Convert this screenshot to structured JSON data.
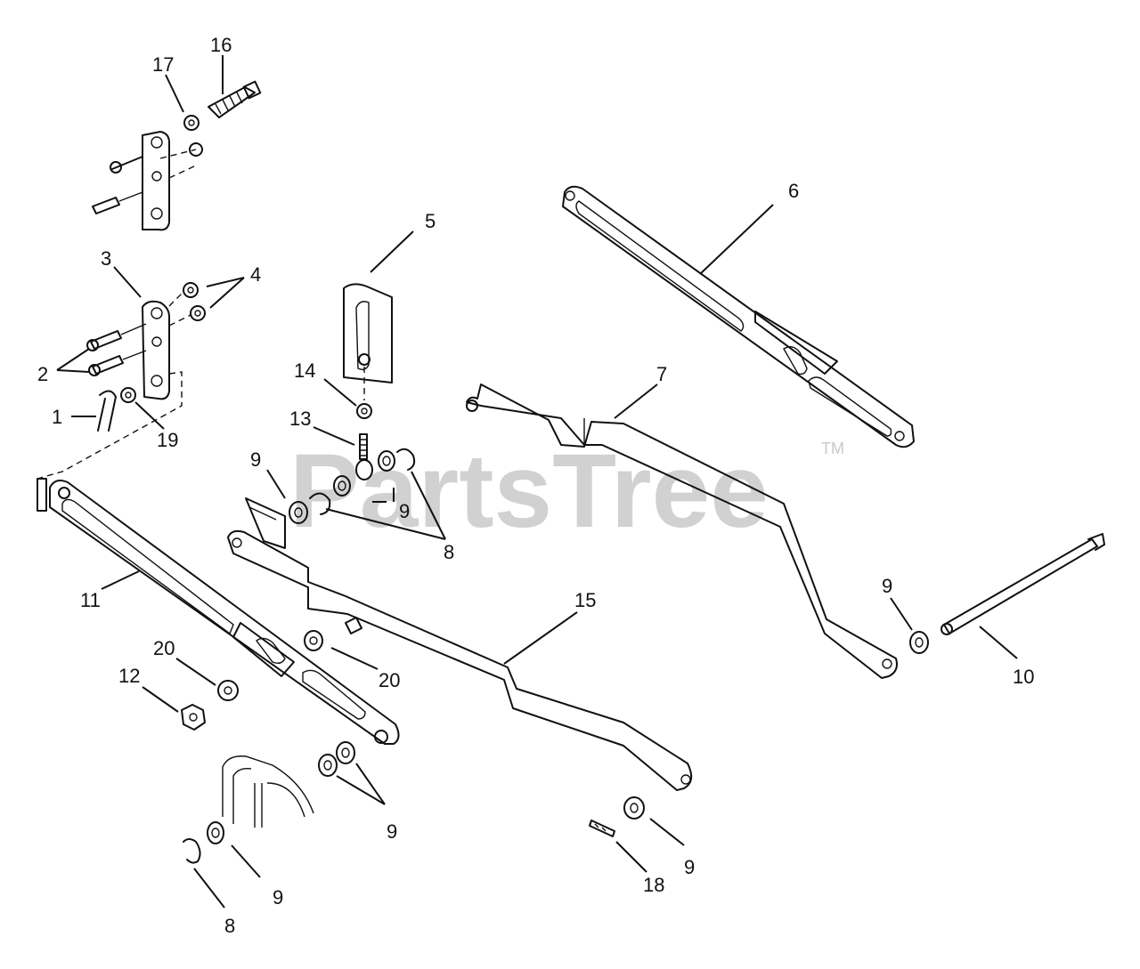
{
  "watermark": {
    "text": "PartsTree",
    "trademark": "TM"
  },
  "callouts": [
    "16",
    "17",
    "3",
    "4",
    "5",
    "6",
    "2",
    "1",
    "19",
    "14",
    "13",
    "7",
    "9",
    "9",
    "8",
    "11",
    "15",
    "20",
    "12",
    "20",
    "9",
    "10",
    "9",
    "9",
    "18",
    "9",
    "8"
  ]
}
